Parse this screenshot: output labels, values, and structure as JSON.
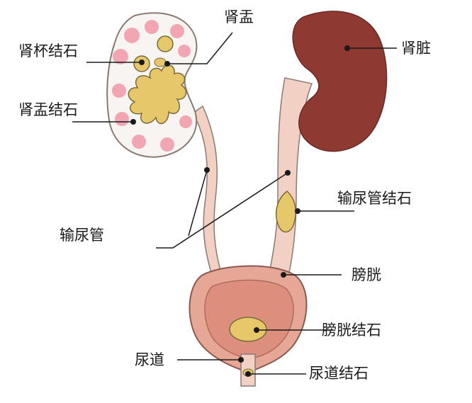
{
  "labels": {
    "renal_pelvis": "肾盂",
    "kidney": "肾脏",
    "calyx_stone": "肾杯结石",
    "pelvis_stone": "肾盂结石",
    "ureter_stone": "输尿管结石",
    "ureter": "输尿管",
    "bladder": "膀胱",
    "bladder_stone": "膀胱结石",
    "urethra": "尿道",
    "urethra_stone": "尿道结石"
  },
  "colors": {
    "kidney": "#8e3a32",
    "ureter": "#f2d0c4",
    "bladder_outer": "#e7a796",
    "bladder_inner": "#dd8f7d",
    "stone": "#e6c86a",
    "calyx_pink": "#f1a6b2",
    "line": "#1a1a1a"
  }
}
